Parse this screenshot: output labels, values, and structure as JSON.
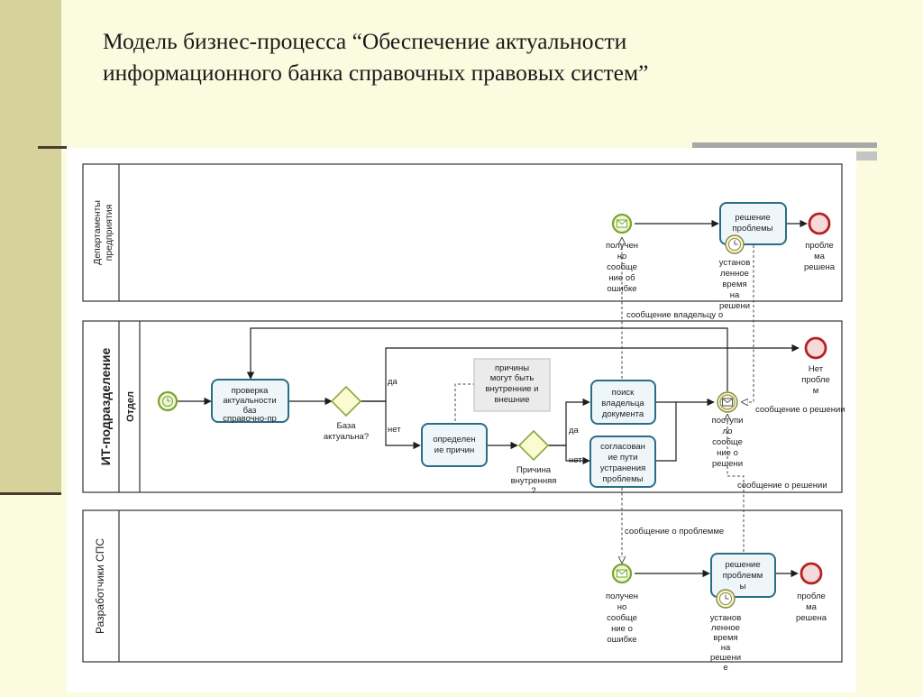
{
  "title": {
    "line1": "Модель бизнес-процесса “Обеспечение актуальности",
    "line2": "информационного банка справочных правовых систем”"
  },
  "pools": {
    "departments": {
      "label1": "Департаменты",
      "label2": "предприятия"
    },
    "it": {
      "label": "ИТ-подразделение",
      "lane": "Отдел"
    },
    "developers": {
      "label": "Разработчики СПС"
    }
  },
  "tasks": {
    "check": [
      "проверка",
      "актуальности",
      "баз",
      "справочно-пр"
    ],
    "determine": [
      "определен",
      "ие причин"
    ],
    "find_owner": [
      "поиск",
      "владельца",
      "документа"
    ],
    "agree": [
      "согласован",
      "ие пути",
      "устранения",
      "проблемы"
    ],
    "dept_solve": [
      "решение",
      "проблемы"
    ],
    "dev_solve": [
      "решение",
      "проблемм",
      "ы"
    ]
  },
  "gateways": {
    "base_actual": [
      "База",
      "актуальна?"
    ],
    "cause_internal": [
      "Причина",
      "внутренняя",
      "?"
    ]
  },
  "flow_labels": {
    "yes1": "да",
    "no1": "нет",
    "yes2": "да",
    "no2": "нет"
  },
  "annotation": [
    "причины",
    "могут быть",
    "внутренние и",
    "внешние"
  ],
  "events": {
    "dept_received": [
      "получен",
      "но",
      "сообще",
      "ние об",
      "ошибке"
    ],
    "dept_timer": [
      "установ",
      "ленное",
      "время",
      "на",
      "решени"
    ],
    "dept_end": [
      "пробле",
      "ма",
      "решена"
    ],
    "it_end": [
      "Нет",
      "пробле",
      "м"
    ],
    "it_received": [
      "поступи",
      "ло",
      "сообще",
      "ние о",
      "решени"
    ],
    "dev_received": [
      "получен",
      "но",
      "сообще",
      "ние о",
      "ошибке"
    ],
    "dev_timer": [
      "установ",
      "ленное",
      "время",
      "на",
      "решени",
      "е"
    ],
    "dev_end": [
      "пробле",
      "ма",
      "решена"
    ]
  },
  "messages": {
    "owner_msg": "сообщение владельцу о",
    "solution_msg1": "сообщение о решении",
    "solution_msg2": "сообщение о решении",
    "problem_msg": "сообщение о проблемме"
  },
  "colors": {
    "background": "#fbfbe0",
    "strip": "#d6d29c",
    "task_border": "#2a6d86",
    "start_event": "#7aa52a",
    "end_event": "#b52222",
    "gateway": "#8ca83a"
  },
  "icons": [
    "start-event-icon",
    "end-event-icon",
    "message-event-icon",
    "timer-event-icon",
    "gateway-icon"
  ]
}
